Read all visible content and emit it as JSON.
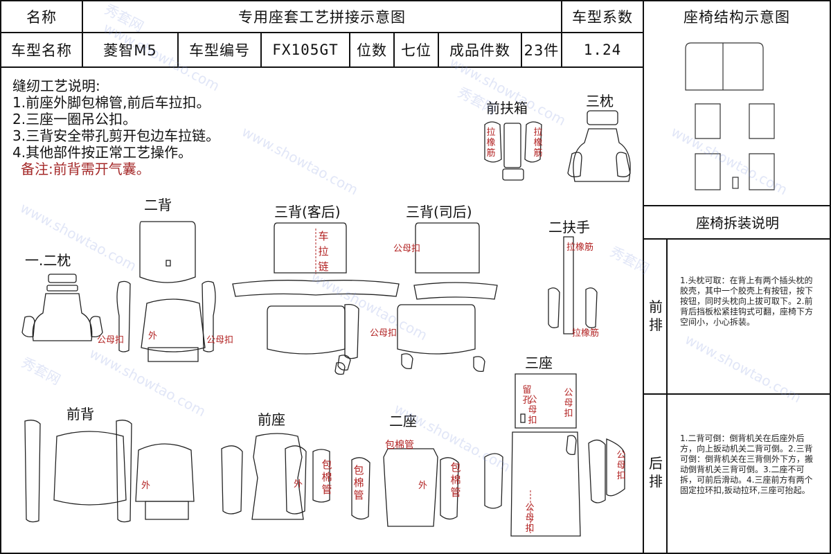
{
  "header": {
    "name_label": "名称",
    "title": "专用座套工艺拼接示意图",
    "coef_label": "车型系数",
    "struct_title": "座椅结构示意图"
  },
  "info": {
    "model_label": "车型名称",
    "model_value": "菱智M5",
    "code_label": "车型编号",
    "code_value": "FX105GT",
    "seats_label": "位数",
    "seats_value": "七位",
    "pieces_label": "成品件数",
    "pieces_value": "23件",
    "coef_value": "1.24"
  },
  "notes": {
    "title": "缝纫工艺说明:",
    "items": [
      "1.前座外脚包棉管,前后车拉扣。",
      "2.三座一圈吊公扣。",
      "3.三背安全带孔剪开包边车拉链。",
      "4.其他部件按正常工艺操作。"
    ],
    "remark": "备注:前背需开气囊。"
  },
  "sections": {
    "front_armrest_box": "前扶箱",
    "third_headrest": "三枕",
    "second_back": "二背",
    "third_back_guest": "三背(客后)",
    "third_back_driver": "三背(司后)",
    "second_armrest": "二扶手",
    "first_second_headrest": "一.二枕",
    "third_seat": "三座",
    "front_back": "前背",
    "front_seat": "前座",
    "second_seat": "二座"
  },
  "labels": {
    "pull_elastic": "拉橡筋",
    "male_female_snap": "公母扣",
    "outer": "外",
    "zipper": "车拉链",
    "wrap_tube": "包棉管",
    "hole": "留孔"
  },
  "right_panel": {
    "disassembly_title": "座椅拆装说明",
    "front_row": "前排",
    "rear_row": "后排",
    "front_text": "1.头枕可取：在背上有两个插头枕的胶壳，其中一个胶壳上有按钮，按下按钮，同时头枕向上拔可取下。2.前背后挡板松紧挂钩式可翻，座椅下方空间小，小心拆装。",
    "rear_text": "1.二背可倒：倒背机关在后座外后方，向上扳动机关二背可倒。2.三背可倒：倒背机关在三背侧外下方，搬动倒背机关三背可倒。3.二座不可拆，可前后滑动。4.三座前方有两个固定拉环扣,扳动拉环,三座可抬起。"
  },
  "watermark": {
    "cn": "秀套网",
    "url": "www.showtao.com"
  }
}
